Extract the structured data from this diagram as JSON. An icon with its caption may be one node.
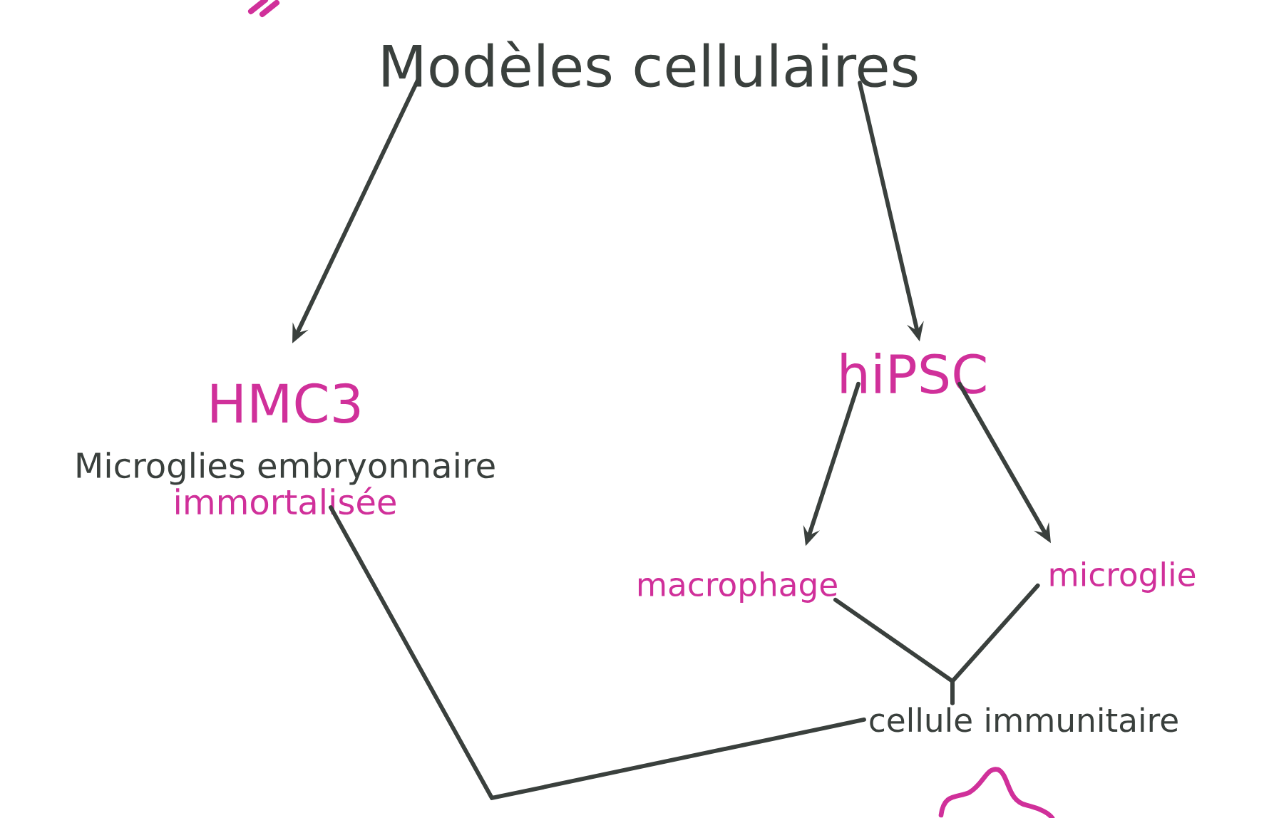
{
  "diagram": {
    "nodes": [
      {
        "text": [
          "Modèles cellulaires"
        ]
      },
      {
        "text": [
          "HMC3",
          "Microglies embryonnaire",
          "immortalisée"
        ]
      },
      {
        "text": [
          "hiPSC"
        ]
      },
      {
        "text": [
          "macrophage"
        ]
      },
      {
        "text": [
          "microglie"
        ]
      },
      {
        "text": [
          "cellule immunitaire"
        ]
      }
    ],
    "edges": [
      {
        "from": 0,
        "to": 1,
        "arrow": "to"
      },
      {
        "from": 0,
        "to": 2,
        "arrow": "to"
      },
      {
        "from": 2,
        "to": 3,
        "arrow": "to"
      },
      {
        "from": 2,
        "to": 4,
        "arrow": "to"
      },
      {
        "from": 3,
        "to": 5,
        "arrow": "none"
      },
      {
        "from": 4,
        "to": 5,
        "arrow": "none"
      },
      {
        "from": 1,
        "to": 5,
        "arrow": "none"
      }
    ]
  }
}
